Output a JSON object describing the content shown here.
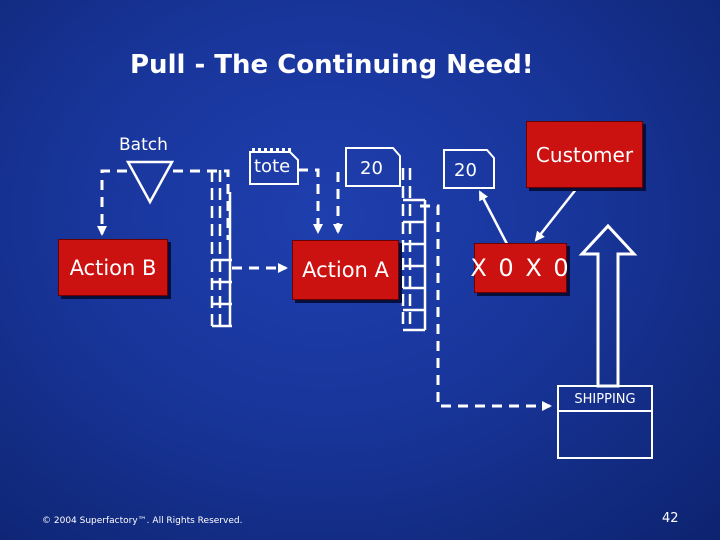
{
  "slide": {
    "title": "Pull - The Continuing Need!",
    "page_number": "42",
    "copyright": "© 2004 Superfactory™. All Rights Reserved."
  },
  "diagram": {
    "batch_label": "Batch",
    "tote_label": "tote",
    "card_20_left": "20",
    "card_20_right": "20",
    "action_b": "Action B",
    "action_a": "Action A",
    "customer": "Customer",
    "signal": "X 0 X 0",
    "shipping": "SHIPPING"
  },
  "colors": {
    "background": "#18359a",
    "box_red": "#cc1111",
    "text": "#ffffff"
  }
}
